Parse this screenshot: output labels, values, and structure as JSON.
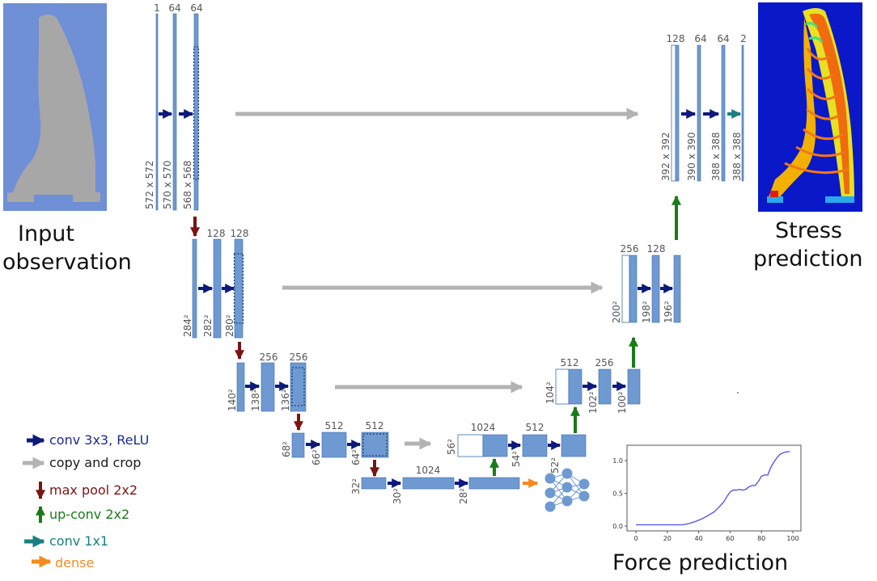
{
  "titles": {
    "input": [
      "Input",
      "observation"
    ],
    "stress": [
      "Stress",
      "prediction"
    ],
    "force": "Force prediction"
  },
  "colors": {
    "block": "#6f9ad1",
    "block_edge": "#3d6ba8",
    "conv": "#0d1a7a",
    "copy": "#b3b3b3",
    "maxpool": "#7a1414",
    "upconv": "#1a7a1a",
    "conv1x1": "#1a8080",
    "dense": "#f58a1f",
    "input_bg": "#6f8fd6",
    "stress_bg": "#0a18c8"
  },
  "legend": [
    {
      "label": "conv 3x3, ReLU",
      "kind": "conv",
      "color": "#1c2b8c"
    },
    {
      "label": "copy and crop",
      "kind": "copy",
      "color": "#1a1a1a"
    },
    {
      "label": "max pool 2x2",
      "kind": "maxpool",
      "color": "#7a1414"
    },
    {
      "label": "up-conv 2x2",
      "kind": "upconv",
      "color": "#1a7a1a"
    },
    {
      "label": "conv 1x1",
      "kind": "conv1x1",
      "color": "#1a8080"
    },
    {
      "label": "dense",
      "kind": "dense",
      "color": "#f58a1f"
    }
  ],
  "encoder": [
    {
      "channels": [
        "1",
        "64",
        "64"
      ],
      "sizes": [
        "572 x 572",
        "570 x 570",
        "568 x 568"
      ]
    },
    {
      "channels": [
        "128",
        "128"
      ],
      "sizes": [
        "284²",
        "282²",
        "280²"
      ]
    },
    {
      "channels": [
        "256",
        "256"
      ],
      "sizes": [
        "140²",
        "138²",
        "136²"
      ]
    },
    {
      "channels": [
        "512",
        "512"
      ],
      "sizes": [
        "68²",
        "66²",
        "64²"
      ]
    }
  ],
  "bottleneck": {
    "channels": [
      "1024"
    ],
    "sizes": [
      "32²",
      "30²",
      "28²"
    ]
  },
  "decoder": [
    {
      "channels": [
        "1024",
        "512"
      ],
      "sizes": [
        "56²",
        "54²",
        "52²"
      ]
    },
    {
      "channels": [
        "512",
        "256"
      ],
      "sizes": [
        "104²",
        "102²",
        "100²"
      ]
    },
    {
      "channels": [
        "256",
        "128"
      ],
      "sizes": [
        "200²",
        "198²",
        "196²"
      ]
    },
    {
      "channels": [
        "128",
        "64",
        "64",
        "2"
      ],
      "sizes": [
        "392 x 392",
        "390 x 390",
        "388 x 388",
        "388 x 388"
      ]
    }
  ],
  "chart_data": {
    "type": "line",
    "title": "",
    "xlabel": "",
    "ylabel": "",
    "xlim": [
      0,
      100
    ],
    "ylim": [
      0,
      1.15
    ],
    "xticks": [
      "0",
      "20",
      "40",
      "60",
      "80",
      "100"
    ],
    "yticks": [
      "0.0",
      "0.5",
      "1.0"
    ],
    "grid": false,
    "series": [
      {
        "color": "#5a5adf",
        "x": [
          0,
          10,
          20,
          30,
          34,
          38,
          42,
          46,
          50,
          53,
          56,
          58,
          60,
          62,
          64,
          66,
          68,
          70,
          72,
          74,
          76,
          78,
          80,
          82,
          84,
          86,
          88,
          90,
          92,
          95,
          98
        ],
        "y": [
          0.02,
          0.02,
          0.02,
          0.02,
          0.04,
          0.07,
          0.11,
          0.16,
          0.22,
          0.29,
          0.37,
          0.45,
          0.52,
          0.55,
          0.55,
          0.56,
          0.55,
          0.56,
          0.6,
          0.62,
          0.62,
          0.68,
          0.76,
          0.78,
          0.78,
          0.9,
          0.98,
          1.05,
          1.1,
          1.13,
          1.14
        ]
      }
    ]
  }
}
